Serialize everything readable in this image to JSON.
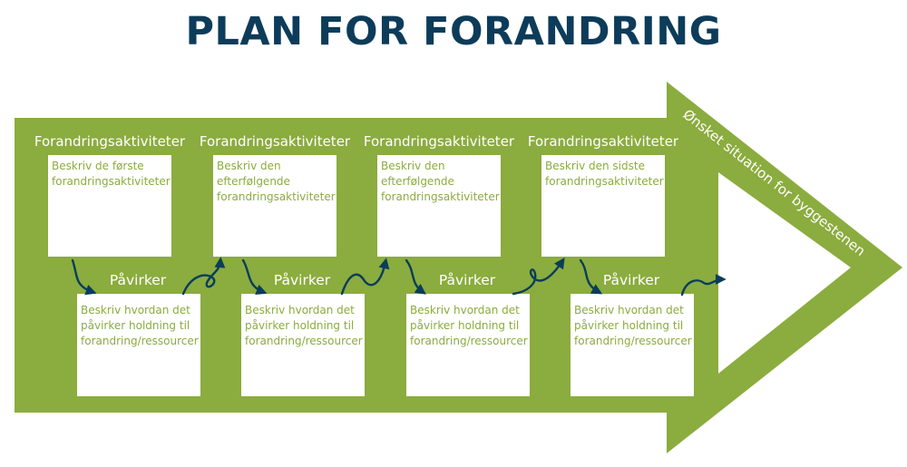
{
  "title": "PLAN FOR FORANDRING",
  "colors": {
    "arrow_green": "#8bac3e",
    "title_navy": "#0d3c5a",
    "connector_navy": "#0a3d5c",
    "box_fill": "#ffffff",
    "box_text": "#8bac3e"
  },
  "activities": [
    {
      "header": "Forandringsaktiviteter",
      "lines": [
        "Beskriv de første",
        "forandringsaktiviteter"
      ]
    },
    {
      "header": "Forandringsaktiviteter",
      "lines": [
        "Beskriv den",
        "efterfølgende",
        "forandringsaktiviteter"
      ]
    },
    {
      "header": "Forandringsaktiviteter",
      "lines": [
        "Beskriv den",
        "efterfølgende",
        "forandringsaktiviteter"
      ]
    },
    {
      "header": "Forandringsaktiviteter",
      "lines": [
        "Beskriv den sidste",
        "forandringsaktiviteter"
      ]
    }
  ],
  "impacts": [
    {
      "header": "Påvirker",
      "lines": [
        "Beskriv hvordan det",
        "påvirker holdning til",
        "forandring/ressourcer"
      ]
    },
    {
      "header": "Påvirker",
      "lines": [
        "Beskriv hvordan det",
        "påvirker holdning til",
        "forandring/ressourcer"
      ]
    },
    {
      "header": "Påvirker",
      "lines": [
        "Beskriv hvordan det",
        "påvirker holdning til",
        "forandring/ressourcer"
      ]
    },
    {
      "header": "Påvirker",
      "lines": [
        "Beskriv hvordan det",
        "påvirker holdning til",
        "forandring/ressourcer"
      ]
    }
  ],
  "goal": "Ønsket situation for byggestenen"
}
